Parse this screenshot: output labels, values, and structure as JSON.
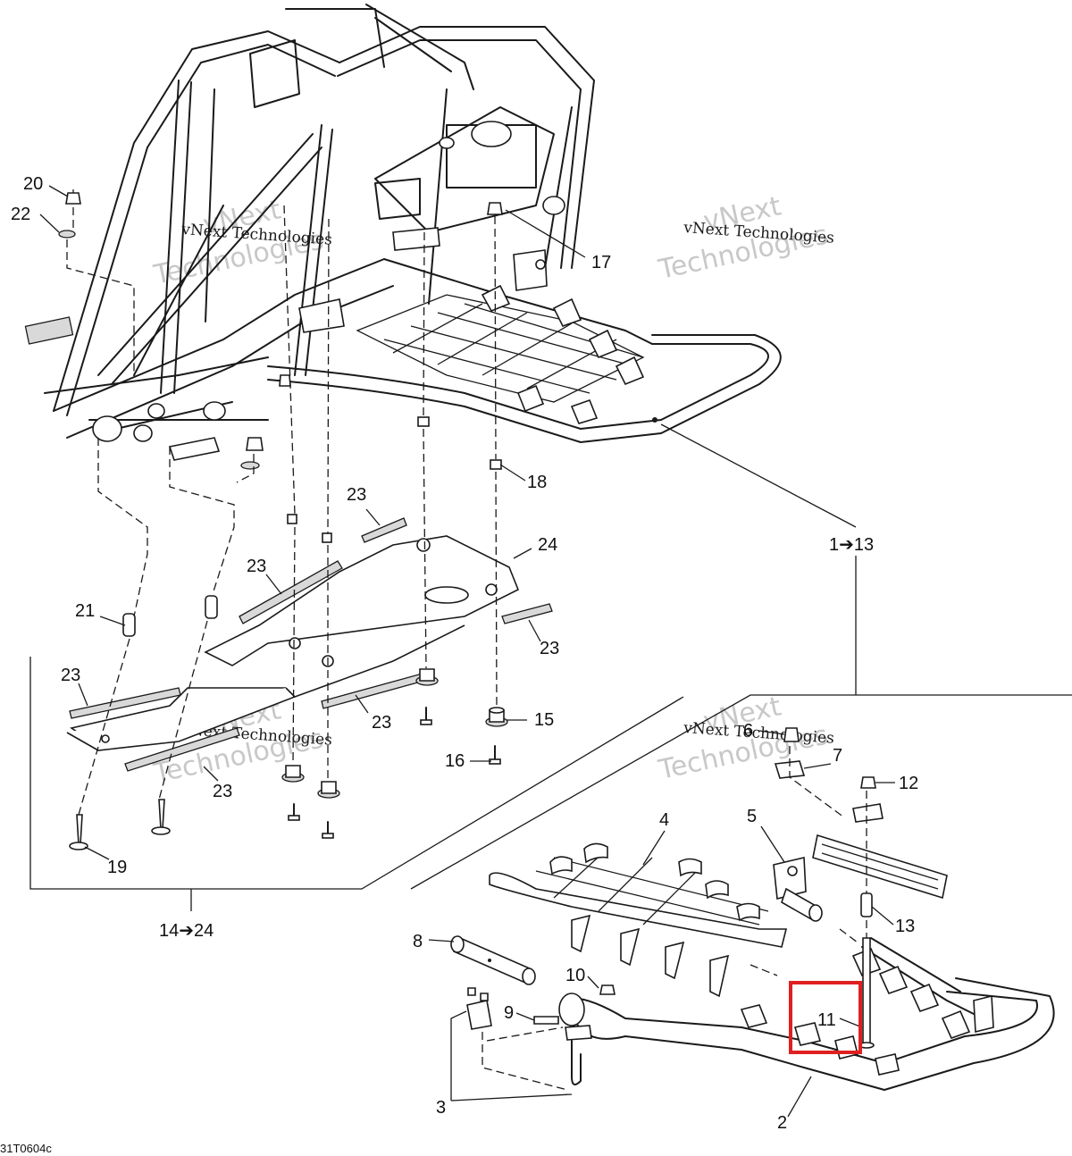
{
  "drawing_reference": "31T0604c",
  "watermark": {
    "line1": "vNext Technologies",
    "line2_a": "vNext",
    "line2_b": "Technologies"
  },
  "highlight": {
    "item": "11",
    "color": "#e02020"
  },
  "callouts": {
    "c1": "20",
    "c2": "22",
    "c3": "17",
    "c4": "18",
    "c5": "23",
    "c6": "24",
    "c7": "23",
    "c8": "1➔13",
    "c9": "21",
    "c10": "23",
    "c11": "23",
    "c12": "15",
    "c13": "23",
    "c14": "16",
    "c15": "23",
    "c16": "19",
    "c17": "6",
    "c18": "7",
    "c19": "12",
    "c20": "4",
    "c21": "5",
    "c22": "13",
    "c23": "14➔24",
    "c24": "8",
    "c25": "10",
    "c26": "9",
    "c27": "11",
    "c28": "3",
    "c29": "2"
  }
}
